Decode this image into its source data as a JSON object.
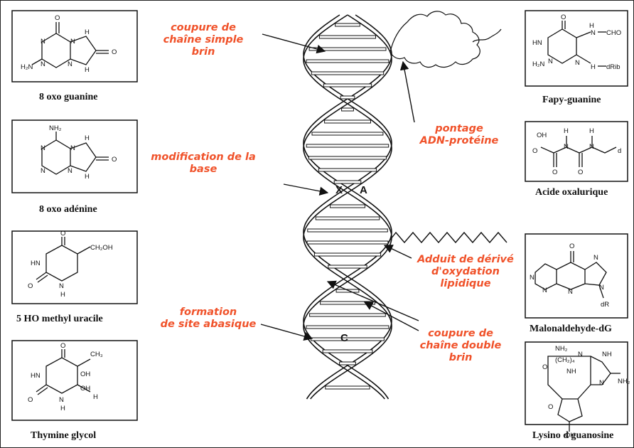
{
  "molecules_left": [
    {
      "name": "8 oxo guanine"
    },
    {
      "name": "8 oxo adénine"
    },
    {
      "name": "5 HO methyl uracile"
    },
    {
      "name": "Thymine glycol"
    }
  ],
  "molecules_right": [
    {
      "name": "Fapy-guanine"
    },
    {
      "name": "Acide oxalurique"
    },
    {
      "name": "Malonaldehyde-dG"
    },
    {
      "name": "Lysino d guanosine"
    }
  ],
  "annotations": {
    "single_strand_break": "coupure de\nchaîne simple\nbrin",
    "base_modification": "modification de la\nbase",
    "abasic_site": "formation\nde site abasique",
    "dna_protein_crosslink": "pontage\nADN-protéine",
    "lipid_adduct": "Adduit de dérivé\nd'oxydation\nlipidique",
    "double_strand_break": "coupure de\nchaîne double\nbrin"
  },
  "helix_labels": {
    "x": "X",
    "a": "A",
    "c": "C"
  },
  "atom_labels": {
    "oxo_guanine": [
      "O",
      "N",
      "N",
      "H",
      "O",
      "H₂N",
      "N",
      "N",
      "H"
    ],
    "oxo_adenine": [
      "NH₂",
      "N",
      "N",
      "H",
      "O",
      "N",
      "N",
      "H"
    ],
    "hmu": [
      "O",
      "HN",
      "CH₂OH",
      "O",
      "N",
      "H"
    ],
    "thymine_glycol": [
      "O",
      "CH₃",
      "HN",
      "OH",
      "OH",
      "O",
      "N",
      "H",
      "H"
    ],
    "fapy": [
      "O",
      "HN",
      "H",
      "N",
      "CHO",
      "H₂N",
      "N",
      "N",
      "H",
      "dRib"
    ],
    "oxaluric": [
      "OH",
      "H",
      "N",
      "H",
      "N",
      "O",
      "O",
      "O",
      "d"
    ],
    "malonaldehyde": [
      "O",
      "N",
      "N",
      "N",
      "N",
      "N",
      "dR"
    ],
    "lysino": [
      "NH₂",
      "(CH₂)₄",
      "NH",
      "N",
      "NH",
      "N",
      "NH₂",
      "O",
      "O",
      "OH"
    ]
  },
  "colors": {
    "annotation": "#f0522a",
    "ink": "#111111"
  }
}
